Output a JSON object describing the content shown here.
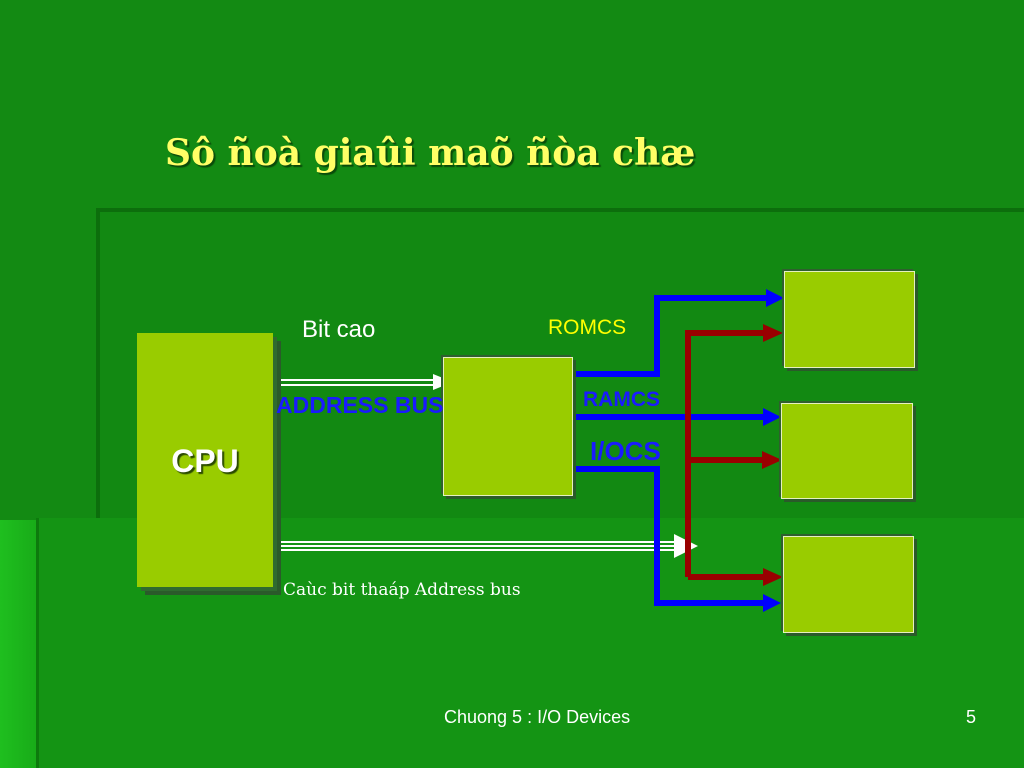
{
  "slide": {
    "title": "Sô ñoà giaûi maõ ñòa chæ",
    "footer": "Chuong 5 : I/O Devices",
    "page_number": "5"
  },
  "diagram": {
    "cpu_label": "CPU",
    "high_bits_label": "Bit cao",
    "address_bus_label": "ADDRESS BUS",
    "low_bits_label": "Caùc bit thaáp Address bus",
    "chip_select_labels": {
      "rom": "ROMCS",
      "ram": "RAMCS",
      "io": "I/OCS"
    }
  },
  "colors": {
    "background": "#138a13",
    "title": "#ffff66",
    "block_fill": "#99cc00",
    "select_line": "#0000ff",
    "low_bus_line": "#990000",
    "data_bus_line": "#ffffff"
  }
}
